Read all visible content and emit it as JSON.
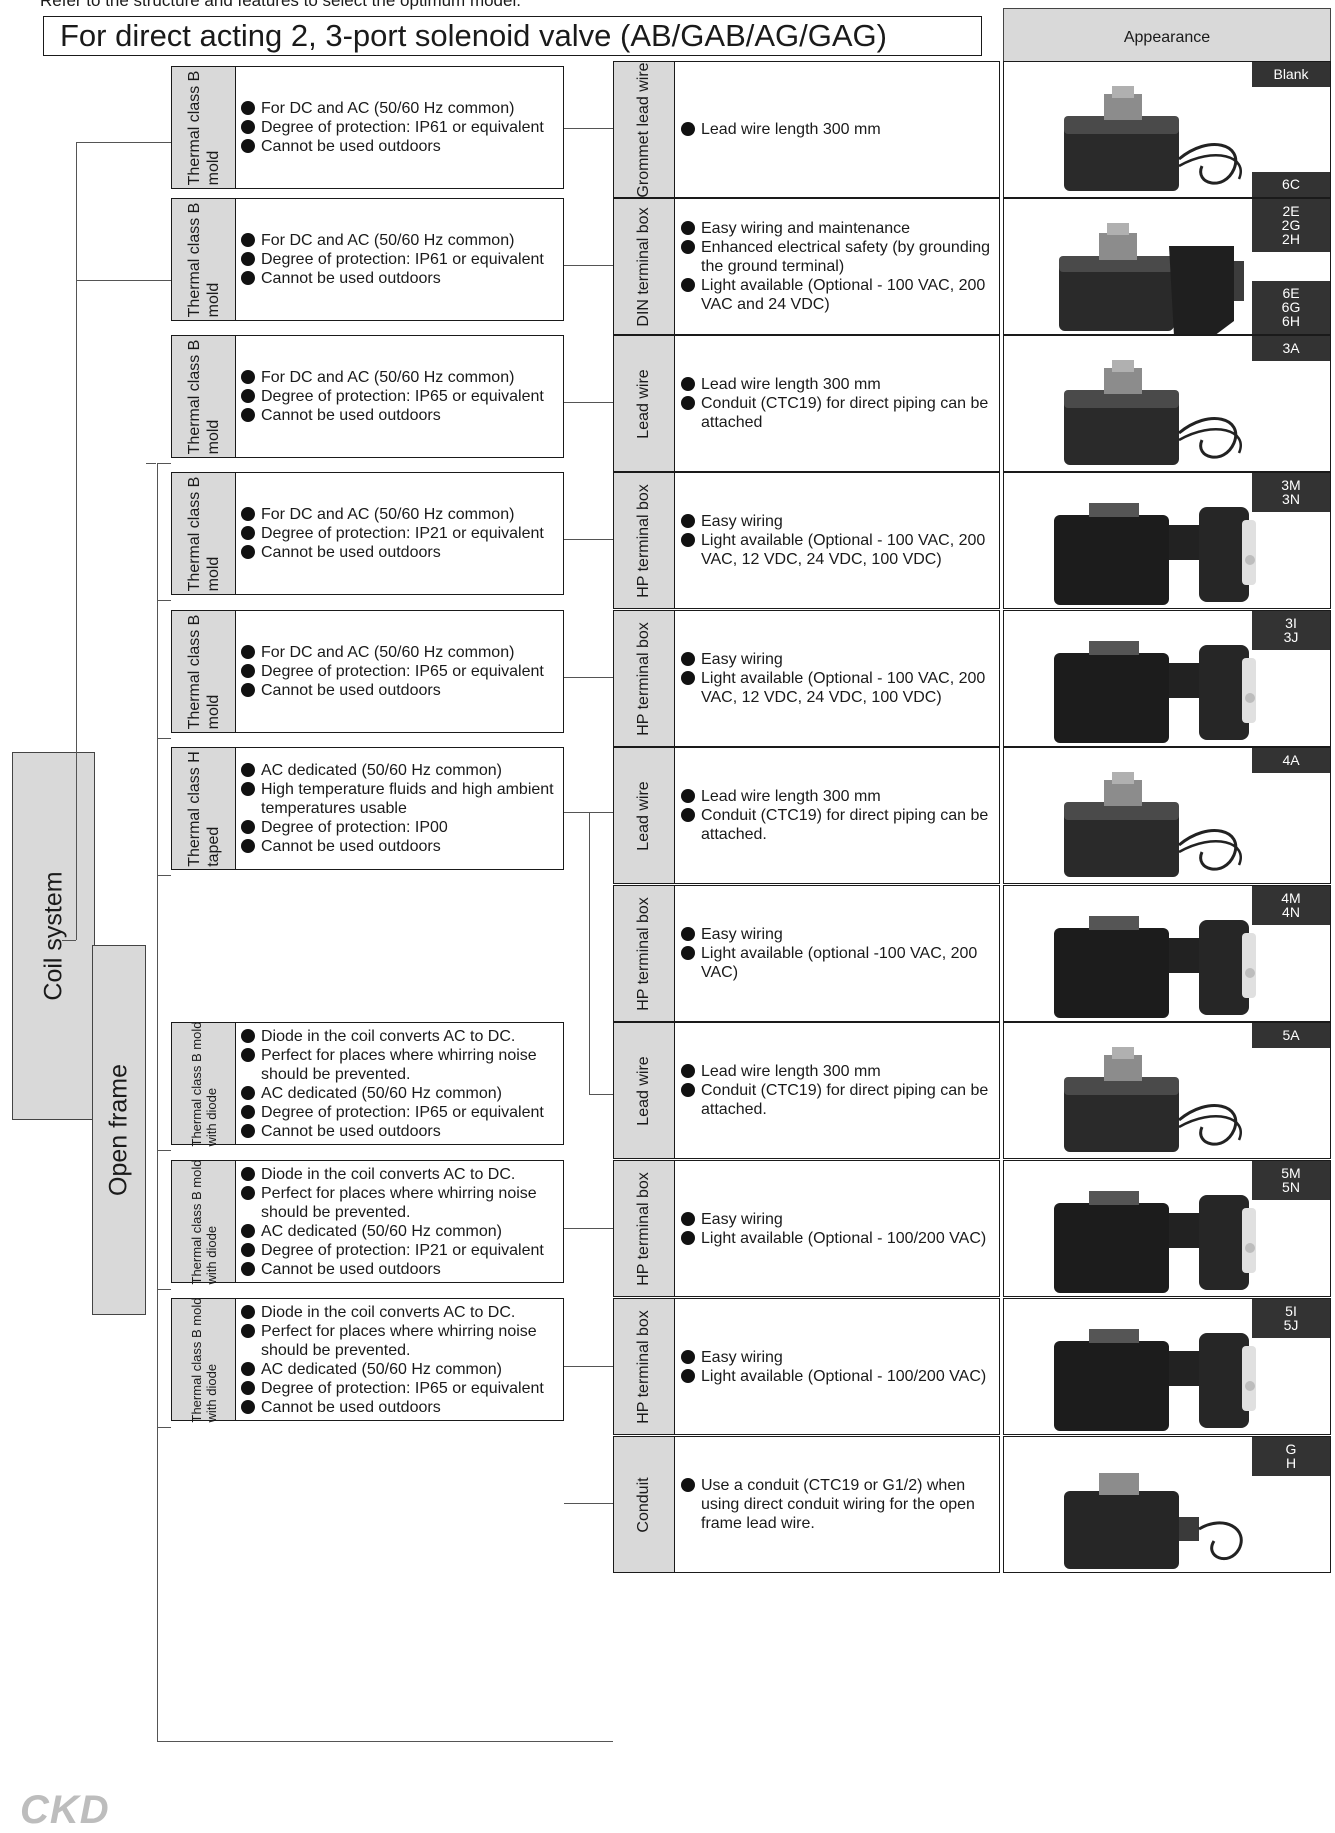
{
  "header": {
    "top_note": "Refer to the structure and features to select the optimum model.",
    "title": "For direct acting 2, 3-port solenoid valve (AB/GAB/AG/GAG)",
    "appearance": "Appearance"
  },
  "tree": {
    "coil_system": "Coil system",
    "open_frame": "Open frame"
  },
  "specs": [
    {
      "label": "Thermal class B mold",
      "lines": [
        "Thermal class B",
        "mold"
      ],
      "bullets": [
        "For DC and AC (50/60 Hz common)",
        "Degree of protection: IP61 or equivalent",
        "Cannot be used outdoors"
      ]
    },
    {
      "label": "Thermal class B mold",
      "lines": [
        "Thermal class B",
        "mold"
      ],
      "bullets": [
        "For DC and AC (50/60 Hz common)",
        "Degree of protection: IP61 or equivalent",
        "Cannot be used outdoors"
      ]
    },
    {
      "label": "Thermal class B mold",
      "lines": [
        "Thermal class B",
        "mold"
      ],
      "bullets": [
        "For DC and AC (50/60 Hz common)",
        "Degree of protection: IP65 or equivalent",
        "Cannot be used outdoors"
      ]
    },
    {
      "label": "Thermal class B mold",
      "lines": [
        "Thermal class B",
        "mold"
      ],
      "bullets": [
        "For DC and AC (50/60 Hz common)",
        "Degree of protection: IP21 or equivalent",
        "Cannot be used outdoors"
      ]
    },
    {
      "label": "Thermal class B mold",
      "lines": [
        "Thermal class B",
        "mold"
      ],
      "bullets": [
        "For DC and AC (50/60 Hz common)",
        "Degree of protection: IP65 or equivalent",
        "Cannot be used outdoors"
      ]
    },
    {
      "label": "Thermal class H taped",
      "lines": [
        "Thermal class H",
        "taped"
      ],
      "bullets": [
        "AC dedicated (50/60 Hz common)",
        "High temperature fluids and high ambient temperatures usable",
        "Degree of protection: IP00",
        "Cannot be used outdoors"
      ]
    },
    {
      "label": "Thermal class B mold with diode",
      "lines": [
        "Thermal class B mold",
        "with diode"
      ],
      "bullets": [
        "Diode in the coil converts AC to DC.",
        "Perfect for places where whirring noise should be prevented.",
        "AC dedicated (50/60 Hz common)",
        "Degree of protection: IP65 or equivalent",
        "Cannot be used outdoors"
      ]
    },
    {
      "label": "Thermal class B mold with diode",
      "lines": [
        "Thermal class B mold",
        "with diode"
      ],
      "bullets": [
        "Diode in the coil converts AC to DC.",
        "Perfect for places where whirring noise should be prevented.",
        "AC dedicated (50/60 Hz common)",
        "Degree of protection: IP21 or equivalent",
        "Cannot be used outdoors"
      ]
    },
    {
      "label": "Thermal class B mold with diode",
      "lines": [
        "Thermal class B mold",
        "with diode"
      ],
      "bullets": [
        "Diode in the coil converts AC to DC.",
        "Perfect for places where whirring noise should be prevented.",
        "AC dedicated (50/60 Hz common)",
        "Degree of protection: IP65 or equivalent",
        "Cannot be used outdoors"
      ]
    }
  ],
  "types": [
    {
      "label": "Grommet lead wire",
      "bullets": [
        "Lead wire length 300 mm"
      ]
    },
    {
      "label": "DIN terminal box",
      "bullets": [
        "Easy wiring and maintenance",
        "Enhanced electrical safety (by grounding the ground terminal)",
        "Light available (Optional - 100 VAC, 200 VAC and 24 VDC)"
      ]
    },
    {
      "label": "Lead wire",
      "bullets": [
        "Lead wire length 300 mm",
        "Conduit (CTC19) for direct piping can be attached"
      ]
    },
    {
      "label": "HP terminal box",
      "bullets": [
        "Easy wiring",
        "Light available (Optional - 100 VAC, 200 VAC, 12 VDC, 24 VDC, 100 VDC)"
      ]
    },
    {
      "label": "HP terminal box",
      "bullets": [
        "Easy wiring",
        "Light available (Optional - 100 VAC, 200 VAC, 12 VDC, 24 VDC, 100 VDC)"
      ]
    },
    {
      "label": "Lead wire",
      "bullets": [
        "Lead wire length 300 mm",
        "Conduit (CTC19) for direct piping can be attached."
      ]
    },
    {
      "label": "HP terminal box",
      "bullets": [
        "Easy wiring",
        "Light available (optional -100 VAC, 200 VAC)"
      ]
    },
    {
      "label": "Lead wire",
      "bullets": [
        "Lead wire length 300 mm",
        "Conduit (CTC19) for direct piping can be attached."
      ]
    },
    {
      "label": "HP terminal box",
      "bullets": [
        "Easy wiring",
        "Light available (Optional - 100/200 VAC)"
      ]
    },
    {
      "label": "HP terminal box",
      "bullets": [
        "Easy wiring",
        "Light available (Optional - 100/200 VAC)"
      ]
    },
    {
      "label": "Conduit",
      "bullets": [
        "Use a conduit (CTC19 or G1/2) when using direct conduit wiring for the open frame lead wire."
      ]
    }
  ],
  "appearances": [
    {
      "photo": "coil-lead-wire-photo",
      "codes": [
        "Blank",
        "6C"
      ]
    },
    {
      "photo": "coil-din-box-photo",
      "codes": [
        "2E\n2G\n2H",
        "6E\n6G\n6H"
      ]
    },
    {
      "photo": "coil-lead-wire-photo",
      "codes": [
        "3A"
      ]
    },
    {
      "photo": "coil-hp-box-photo",
      "codes": [
        "3M\n3N"
      ]
    },
    {
      "photo": "coil-hp-box-photo",
      "codes": [
        "3I\n3J"
      ]
    },
    {
      "photo": "coil-lead-wire-photo",
      "codes": [
        "4A"
      ]
    },
    {
      "photo": "coil-hp-box-photo",
      "codes": [
        "4M\n4N"
      ]
    },
    {
      "photo": "coil-lead-wire-photo",
      "codes": [
        "5A"
      ]
    },
    {
      "photo": "coil-hp-box-photo",
      "codes": [
        "5M\n5N"
      ]
    },
    {
      "photo": "coil-hp-box-photo",
      "codes": [
        "5I\n5J"
      ]
    },
    {
      "photo": "coil-conduit-photo",
      "codes": [
        "G\nH"
      ]
    }
  ],
  "footer": {
    "logo": "CKD"
  }
}
